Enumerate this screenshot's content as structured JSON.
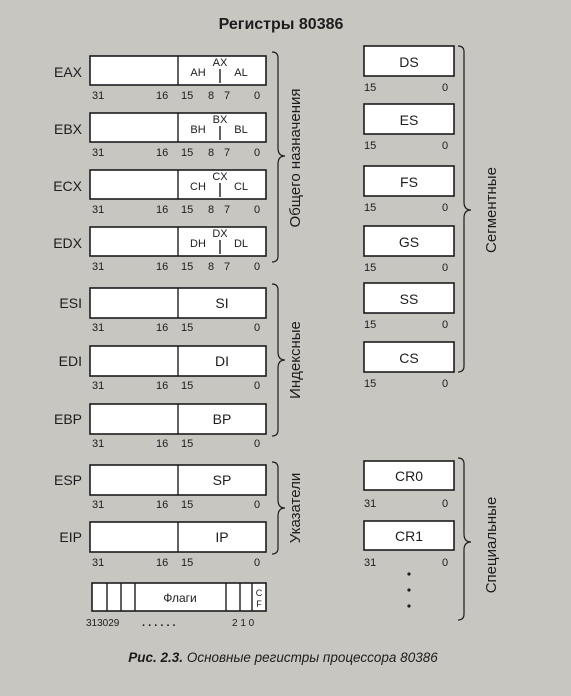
{
  "title": "Регистры 80386",
  "caption_prefix": "Рис. 2.3.",
  "caption_text": "Основные регистры процессора 80386",
  "bit_labels": {
    "b31": "31",
    "b16": "16",
    "b15": "15",
    "b8": "8",
    "b7": "7",
    "b0": "0"
  },
  "general_registers": [
    {
      "name": "EAX",
      "word": "AX",
      "high": "AH",
      "low": "AL"
    },
    {
      "name": "EBX",
      "word": "BX",
      "high": "BH",
      "low": "BL"
    },
    {
      "name": "ECX",
      "word": "CX",
      "high": "CH",
      "low": "CL"
    },
    {
      "name": "EDX",
      "word": "DX",
      "high": "DH",
      "low": "DL"
    }
  ],
  "index_registers": [
    {
      "name": "ESI",
      "low": "SI"
    },
    {
      "name": "EDI",
      "low": "DI"
    },
    {
      "name": "EBP",
      "low": "BP"
    }
  ],
  "pointer_registers": [
    {
      "name": "ESP",
      "low": "SP"
    },
    {
      "name": "EIP",
      "low": "IP"
    }
  ],
  "flags": {
    "label": "Флаги",
    "cf_top": "C",
    "cf_bottom": "F",
    "bits_left": "313029",
    "dots": ". . . . . .",
    "bits_right": "2 1 0"
  },
  "segment_registers": [
    "DS",
    "ES",
    "FS",
    "GS",
    "SS",
    "CS"
  ],
  "special_registers": [
    "CR0",
    "CR1"
  ],
  "special_more": "·  ·  ·",
  "groups": {
    "general": "Общего назначения",
    "index": "Индексные",
    "pointers": "Указатели",
    "segment": "Сегментные",
    "special": "Специальные"
  },
  "colors": {
    "background": "#c8c6c1",
    "box_fill": "#ffffff",
    "ink": "#1d1d1d"
  }
}
